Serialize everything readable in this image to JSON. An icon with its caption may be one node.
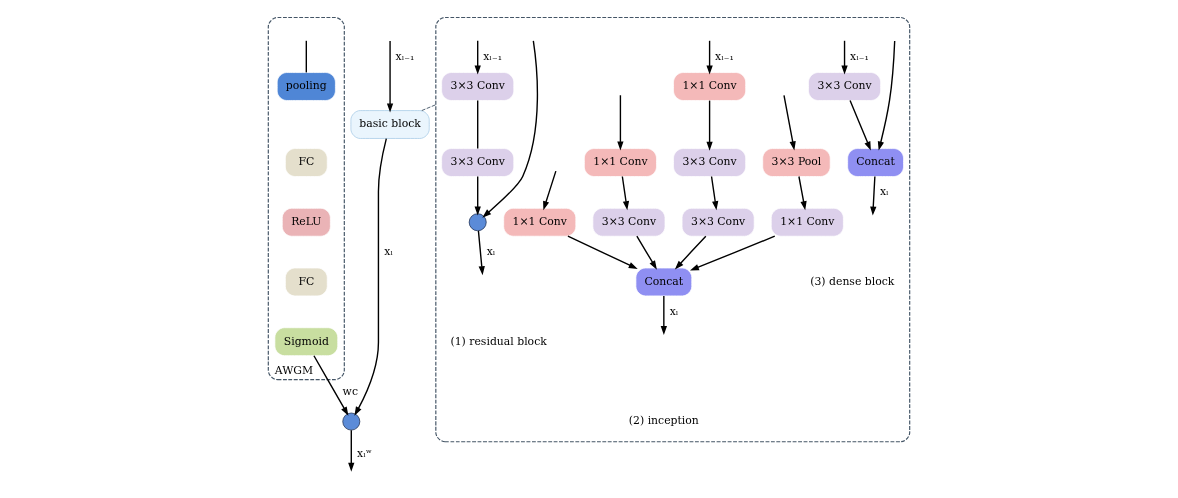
{
  "diagram": {
    "nodes": [
      {
        "text": [
          "AWGM"
        ]
      },
      {
        "text": [
          "pooling"
        ],
        "in": 0
      },
      {
        "text": [
          "FC"
        ],
        "in": 0
      },
      {
        "text": [
          "ReLU"
        ],
        "in": 0
      },
      {
        "text": [
          "FC"
        ],
        "in": 0
      },
      {
        "text": [
          "Sigmoid"
        ],
        "in": 0
      },
      {
        "text": [
          "basic block"
        ]
      },
      {
        "text": [],
        "shape": "circle"
      },
      {
        "text": [],
        "shape": "box"
      },
      {
        "text": [
          "3×3 Conv"
        ],
        "in": 8
      },
      {
        "text": [
          "3×3 Conv"
        ],
        "in": 8
      },
      {
        "text": [],
        "shape": "circle",
        "in": 8
      },
      {
        "text": [
          "1×1 Conv"
        ],
        "in": 8
      },
      {
        "text": [
          "1×1 Conv"
        ],
        "in": 8
      },
      {
        "text": [
          "1×1 Conv"
        ],
        "in": 8
      },
      {
        "text": [
          "3×3 Pool"
        ],
        "in": 8
      },
      {
        "text": [
          "3×3 Conv"
        ],
        "in": 8
      },
      {
        "text": [
          "3×3 Conv"
        ],
        "in": 8
      },
      {
        "text": [
          "3×3 Conv"
        ],
        "in": 8
      },
      {
        "text": [
          "1×1 Conv"
        ],
        "in": 8
      },
      {
        "text": [
          "Concat"
        ],
        "in": 8
      },
      {
        "text": [
          "3×3 Conv"
        ],
        "in": 8
      },
      {
        "text": [
          "Concat"
        ],
        "in": 8
      }
    ],
    "edges": [
      {
        "from": null,
        "to": 6,
        "arrow": "to",
        "label": "xₗ₋₁"
      },
      {
        "from": null,
        "to": 1,
        "arrow": "none"
      },
      {
        "from": 6,
        "to": 7,
        "arrow": "to",
        "label": "xₗ"
      },
      {
        "from": 5,
        "to": 7,
        "arrow": "to",
        "label": "wc"
      },
      {
        "from": 7,
        "to": null,
        "arrow": "to",
        "label": "xₗʷ"
      },
      {
        "from": 6,
        "to": 8,
        "arrow": "none",
        "style": "dashed",
        "color": "#445566"
      },
      {
        "from": null,
        "to": 9,
        "arrow": "to",
        "label": "xₗ₋₁"
      },
      {
        "from": 9,
        "to": 10,
        "arrow": "none"
      },
      {
        "from": 10,
        "to": 11,
        "arrow": "to"
      },
      {
        "from": null,
        "to": 11,
        "arrow": "to"
      },
      {
        "from": 11,
        "to": null,
        "arrow": "to",
        "label": "xₗ"
      },
      {
        "from": null,
        "to": 12,
        "arrow": "to"
      },
      {
        "from": null,
        "to": 13,
        "arrow": "to"
      },
      {
        "from": null,
        "to": 14,
        "arrow": "to",
        "label": "xₗ₋₁"
      },
      {
        "from": null,
        "to": 15,
        "arrow": "to"
      },
      {
        "from": 13,
        "to": 16,
        "arrow": "to"
      },
      {
        "from": 14,
        "to": 17,
        "arrow": "to"
      },
      {
        "from": 17,
        "to": 18,
        "arrow": "to"
      },
      {
        "from": 15,
        "to": 19,
        "arrow": "to"
      },
      {
        "from": 12,
        "to": 20,
        "arrow": "to"
      },
      {
        "from": 16,
        "to": 20,
        "arrow": "to"
      },
      {
        "from": 18,
        "to": 20,
        "arrow": "to"
      },
      {
        "from": 19,
        "to": 20,
        "arrow": "to"
      },
      {
        "from": 20,
        "to": null,
        "arrow": "to",
        "label": "xₗ"
      },
      {
        "from": null,
        "to": 21,
        "arrow": "to",
        "label": "xₗ₋₁"
      },
      {
        "from": 21,
        "to": 22,
        "arrow": "to"
      },
      {
        "from": null,
        "to": 22,
        "arrow": "to"
      },
      {
        "from": 22,
        "to": null,
        "arrow": "to",
        "label": "xₗ"
      }
    ],
    "labels": [
      "(1) residual block",
      "(2) inception",
      "(3) dense block"
    ]
  }
}
